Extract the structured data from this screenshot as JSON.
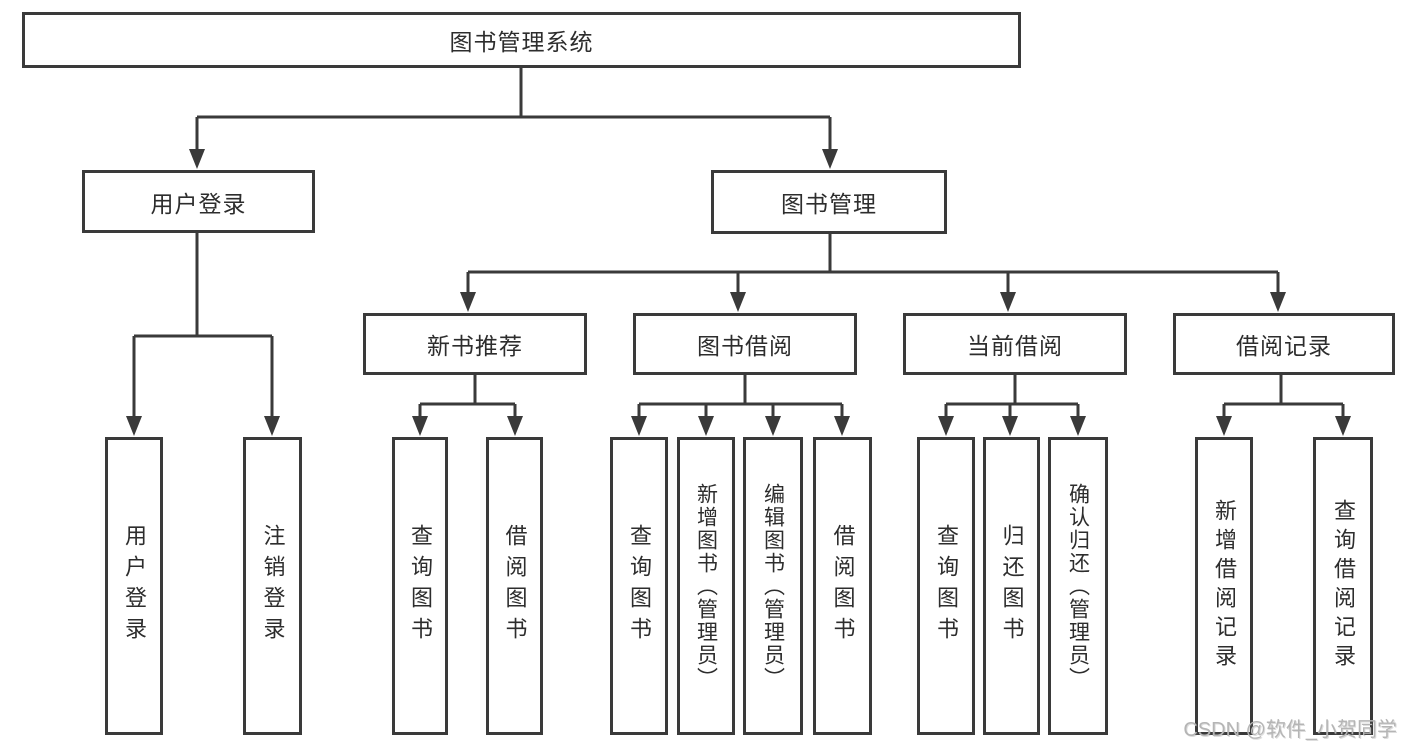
{
  "diagram": {
    "type": "function-structure-tree",
    "colors": {
      "line": "#3a3a3a",
      "box_border": "#3a3a3a",
      "text": "#2d2d2d",
      "watermark": "#b5b5b5",
      "background": "#ffffff"
    },
    "tree": {
      "label": "图书管理系统",
      "children": [
        {
          "label": "用户登录",
          "children": [
            {
              "label": "用户登录"
            },
            {
              "label": "注销登录"
            }
          ]
        },
        {
          "label": "图书管理",
          "children": [
            {
              "label": "新书推荐",
              "children": [
                {
                  "label": "查询图书"
                },
                {
                  "label": "借阅图书"
                }
              ]
            },
            {
              "label": "图书借阅",
              "children": [
                {
                  "label": "查询图书"
                },
                {
                  "label": "新增图书（管理员）"
                },
                {
                  "label": "编辑图书（管理员）"
                },
                {
                  "label": "借阅图书"
                }
              ]
            },
            {
              "label": "当前借阅",
              "children": [
                {
                  "label": "查询图书"
                },
                {
                  "label": "归还图书"
                },
                {
                  "label": "确认归还（管理员）"
                }
              ]
            },
            {
              "label": "借阅记录",
              "children": [
                {
                  "label": "新增借阅记录"
                },
                {
                  "label": "查询借阅记录"
                }
              ]
            }
          ]
        }
      ]
    },
    "watermark": {
      "text": "CSDN @软件_小贺同学"
    }
  }
}
